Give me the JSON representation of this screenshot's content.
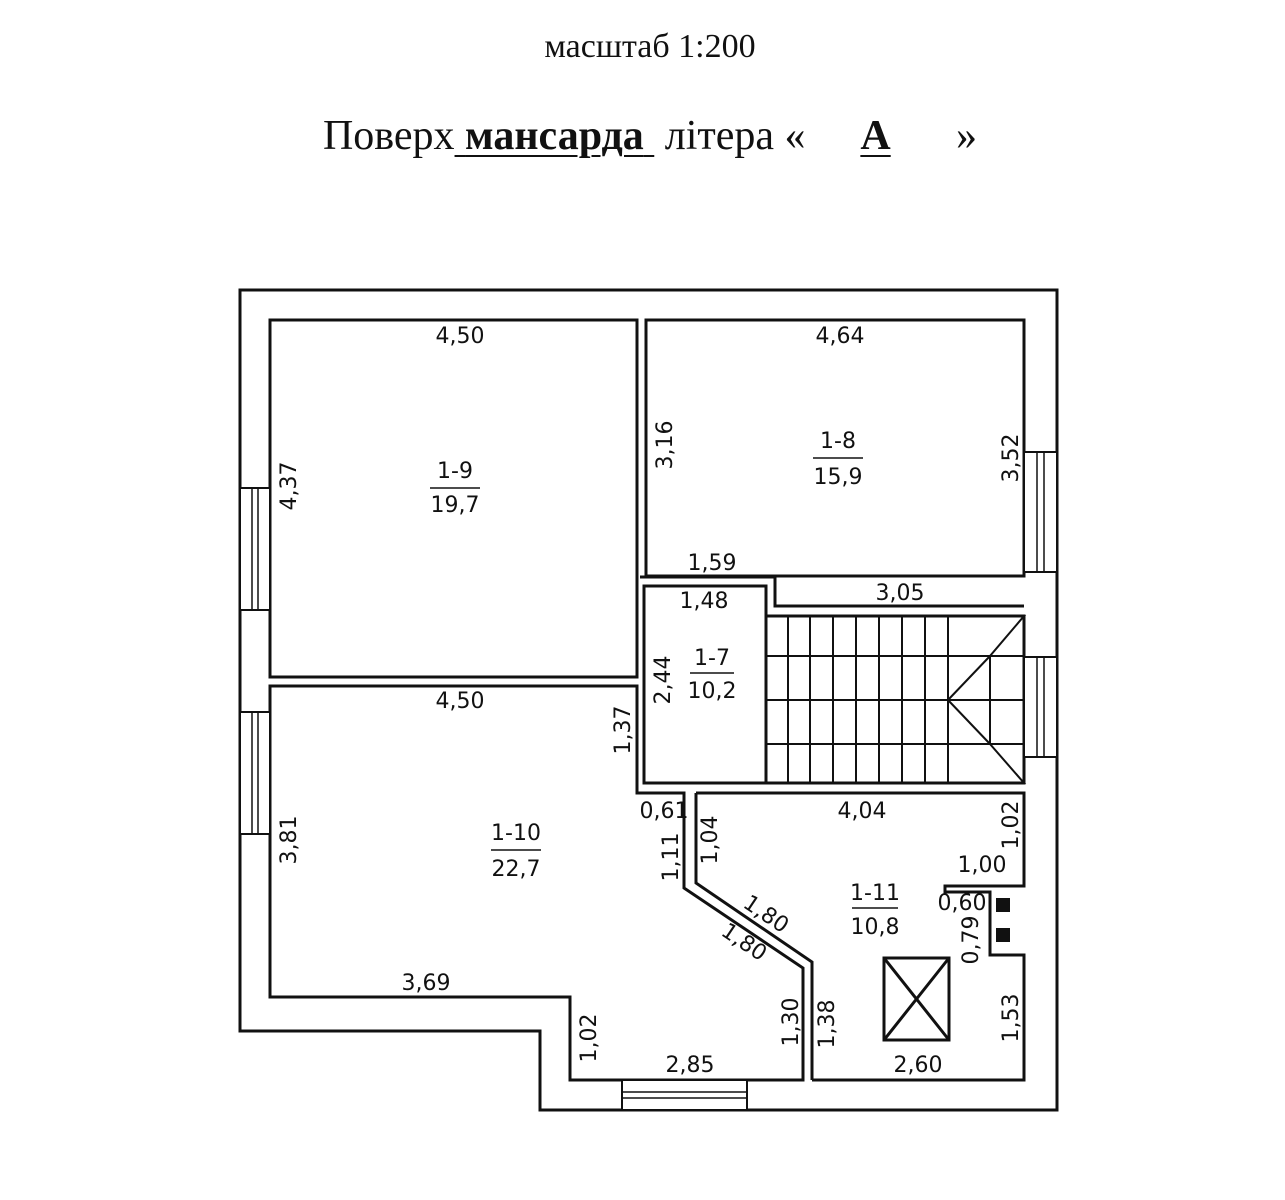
{
  "header": {
    "scale": "масштаб 1:200",
    "floor_prefix": "Поверх",
    "floor_name": "мансарда",
    "letter_prefix": "літера «",
    "letter": "А",
    "letter_suffix": "»"
  },
  "rooms": [
    {
      "id": "1-9",
      "area": "19,7"
    },
    {
      "id": "1-8",
      "area": "15,9"
    },
    {
      "id": "1-7",
      "area": "10,2"
    },
    {
      "id": "1-10",
      "area": "22,7"
    },
    {
      "id": "1-11",
      "area": "10,8"
    }
  ],
  "dimensions": {
    "r9_top": "4,50",
    "r9_side": "4,37",
    "r8_top": "4,64",
    "r8_left": "3,16",
    "r8_right": "3,52",
    "r7_top_outer": "1,59",
    "r7_top_inner": "1,48",
    "stair_top": "3,05",
    "r7_height": "2,44",
    "r10_top": "4,50",
    "r10_side_small": "1,37",
    "r10_left": "3,81",
    "r10_inner": "0,61",
    "r10_diag_v1": "1,11",
    "r10_diag_v2": "1,04",
    "diag_a": "1,80",
    "diag_b": "1,80",
    "r10_bottom_left": "3,69",
    "r10_step": "1,02",
    "r10_bottom": "2,85",
    "r10_right_low": "1,30",
    "r11_left_low": "1,38",
    "r11_top": "4,04",
    "r11_right_top": "1,02",
    "r11_niche_w": "1,00",
    "r11_niche_h": "0,60",
    "r11_niche_v": "0,79",
    "r11_right_low": "1,53",
    "r11_bottom": "2,60"
  }
}
